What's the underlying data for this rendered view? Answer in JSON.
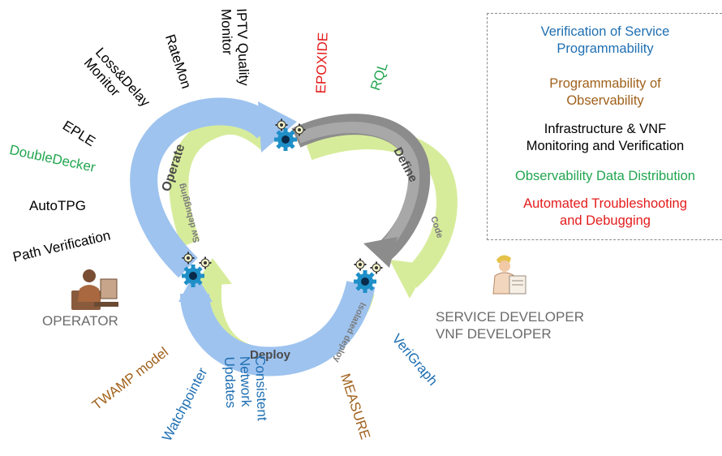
{
  "colors": {
    "blue": "#1f6fb2",
    "brown": "#a0611b",
    "black": "#000000",
    "green": "#22a650",
    "red": "#e41b1b",
    "gray": "#6b6b6b",
    "cycle_blue": "#9ec3ef",
    "cycle_green": "#d7ec9b",
    "cycle_gray": "#8c8c8c"
  },
  "legend": [
    {
      "text": "Verification of Service\nProgrammability",
      "color": "#1f6fb2"
    },
    {
      "text": "Programmability of\nObservability",
      "color": "#a0611b"
    },
    {
      "text": "Infrastructure & VNF\nMonitoring and Verification",
      "color": "#000000"
    },
    {
      "text": "Observability Data Distribution",
      "color": "#22a650"
    },
    {
      "text": "Automated Troubleshooting\nand Debugging",
      "color": "#e41b1b"
    }
  ],
  "stages": {
    "operate": "Operate",
    "define": "Define",
    "deploy": "Deploy"
  },
  "subtasks": {
    "sw_debugging": "Sw debugging",
    "code": "Code",
    "isolated_deploy": "Isolated deploy"
  },
  "actors": {
    "operator": "OPERATOR",
    "developer": "SERVICE DEVELOPER\nVNF DEVELOPER"
  },
  "tools": [
    {
      "name": "tool-ratemon",
      "text": "RateMon",
      "color": "#000000"
    },
    {
      "name": "tool-loss-delay-monitor",
      "text": "Loss&Delay\nMonitor",
      "color": "#000000"
    },
    {
      "name": "tool-iptv-quality-monitor",
      "text": "IPTV Quality\nMonitor",
      "color": "#000000"
    },
    {
      "name": "tool-epoxide",
      "text": "EPOXIDE",
      "color": "#e41b1b"
    },
    {
      "name": "tool-rql",
      "text": "RQL",
      "color": "#22a650"
    },
    {
      "name": "tool-eple",
      "text": "EPLE",
      "color": "#000000"
    },
    {
      "name": "tool-doubledecker",
      "text": "DoubleDecker",
      "color": "#22a650"
    },
    {
      "name": "tool-autotpg",
      "text": "AutoTPG",
      "color": "#000000"
    },
    {
      "name": "tool-path-verification",
      "text": "Path Verification",
      "color": "#000000"
    },
    {
      "name": "tool-twamp-model",
      "text": "TWAMP model",
      "color": "#a0611b"
    },
    {
      "name": "tool-watchpointer",
      "text": "Watchpointer",
      "color": "#1f6fb2"
    },
    {
      "name": "tool-consistent-network-updates",
      "text": "Consistent\nNetwork\nUpdates",
      "color": "#1f6fb2"
    },
    {
      "name": "tool-measure",
      "text": "MEASURE",
      "color": "#a0611b"
    },
    {
      "name": "tool-verigraph",
      "text": "VeriGraph",
      "color": "#1f6fb2"
    }
  ]
}
